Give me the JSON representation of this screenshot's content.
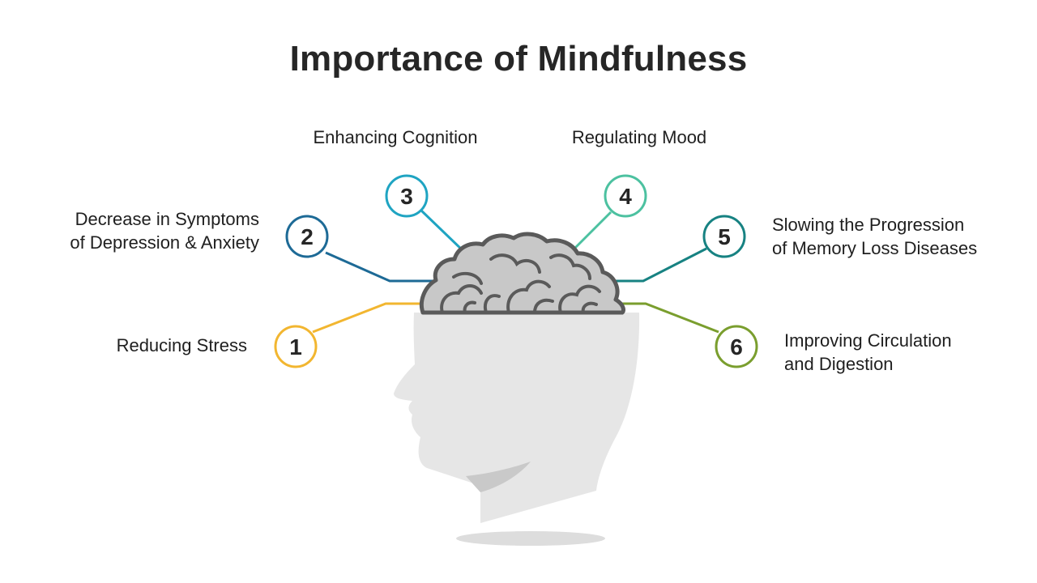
{
  "title": "Importance of Mindfulness",
  "items": [
    {
      "number": "1",
      "lines": [
        "Reducing Stress"
      ],
      "color": "#F2B630"
    },
    {
      "number": "2",
      "lines": [
        "Decrease in Symptoms",
        "of Depression & Anxiety"
      ],
      "color": "#1D6A96"
    },
    {
      "number": "3",
      "lines": [
        "Enhancing Cognition"
      ],
      "color": "#1FA4C2"
    },
    {
      "number": "4",
      "lines": [
        "Regulating Mood"
      ],
      "color": "#4CC1A0"
    },
    {
      "number": "5",
      "lines": [
        "Slowing the Progression",
        "of Memory Loss Diseases"
      ],
      "color": "#178282"
    },
    {
      "number": "6",
      "lines": [
        "Improving Circulation",
        "and Digestion"
      ],
      "color": "#7A9E2E"
    }
  ],
  "colors": {
    "brain_fill": "#C8C8C8",
    "brain_outline": "#5A5A5A",
    "head_fill": "#E6E6E6",
    "head_shadow": "#C9C9C9",
    "ground_shadow": "#DDDDDD"
  }
}
